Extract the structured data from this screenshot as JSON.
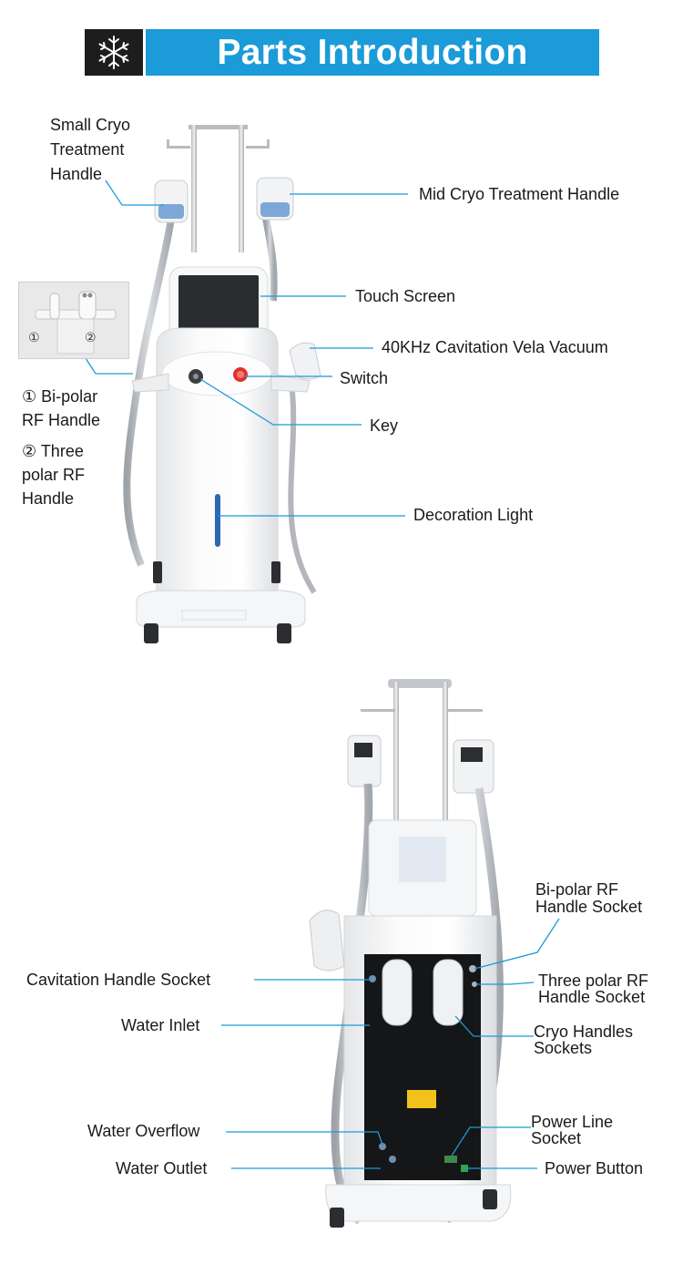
{
  "header": {
    "title": "Parts Introduction",
    "icon": "snowflake-icon",
    "bar_color": "#1b9bd8",
    "icon_bg_color": "#1d1d1d"
  },
  "front_view": {
    "labels": {
      "small_cryo_1": "Small Cryo",
      "small_cryo_2": "Treatment",
      "small_cryo_3": "Handle",
      "mid_cryo": "Mid Cryo  Treatment Handle",
      "touch_screen": "Touch Screen",
      "cavitation": "40KHz Cavitation Vela Vacuum",
      "switch": "Switch",
      "key": "Key",
      "bipolar_1": "① Bi-polar",
      "bipolar_2": "RF Handle",
      "threepolar_1": "② Three",
      "threepolar_2": "polar RF",
      "threepolar_3": "Handle",
      "decoration": "Decoration Light"
    },
    "inset": {
      "num1": "①",
      "num2": "②"
    }
  },
  "back_view": {
    "labels": {
      "bipolar_socket_1": "Bi-polar RF",
      "bipolar_socket_2": "Handle Socket",
      "cavitation_socket": "Cavitation Handle Socket",
      "threepolar_socket_1": "Three polar RF",
      "threepolar_socket_2": "Handle Socket",
      "water_inlet": "Water Inlet",
      "cryo_sockets_1": "Cryo Handles",
      "cryo_sockets_2": "Sockets",
      "water_overflow": "Water Overflow",
      "power_line_1": "Power Line",
      "power_line_2": "Socket",
      "water_outlet": "Water Outlet",
      "power_button": "Power Button"
    }
  },
  "colors": {
    "leader_line": "#1b9bd8",
    "accent_blue": "#2a6ab5",
    "switch_red": "#e0322b"
  }
}
